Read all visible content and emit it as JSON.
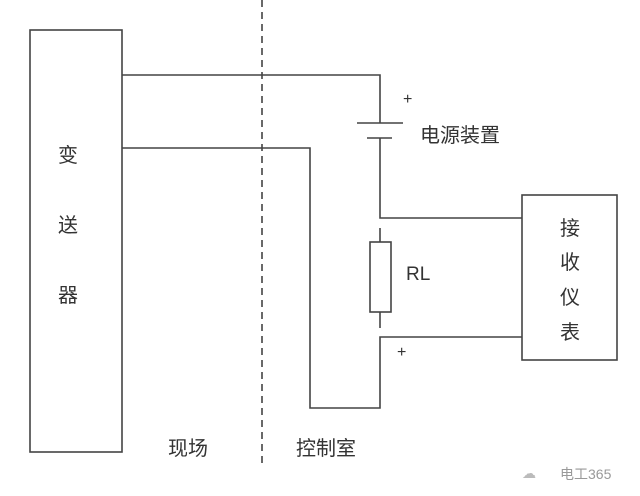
{
  "transmitter": {
    "chars": [
      "变",
      "送",
      "器"
    ]
  },
  "receiver": {
    "chars": [
      "接",
      "收",
      "仪",
      "表"
    ]
  },
  "power_supply": {
    "label": "电源装置",
    "polarity": "+"
  },
  "resistor": {
    "label": "RL"
  },
  "receiver_polarity": "+",
  "zones": {
    "field": "现场",
    "control_room": "控制室"
  },
  "watermark": "电工365"
}
